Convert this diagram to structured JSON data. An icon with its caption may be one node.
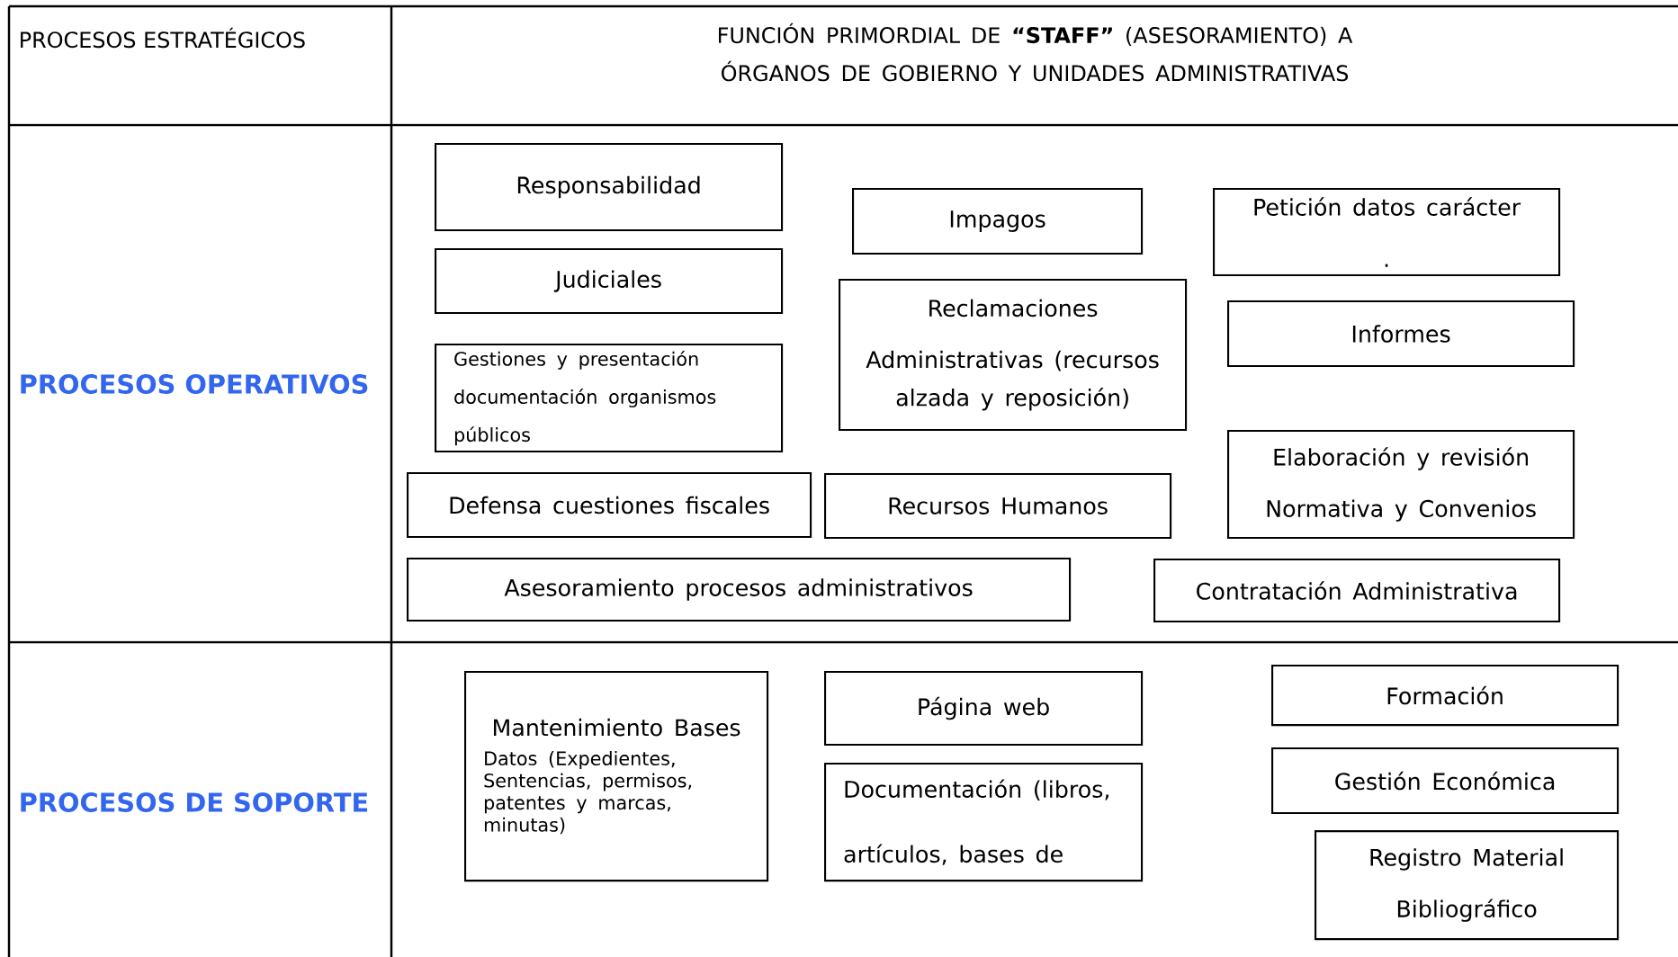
{
  "diagram": {
    "nodes": [
      {
        "text": [
          "Responsabilidad"
        ]
      },
      {
        "text": [
          "Impagos"
        ]
      },
      {
        "text": [
          "Petición datos carácter",
          "."
        ]
      },
      {
        "text": [
          "Judiciales"
        ]
      },
      {
        "text": [
          "Reclamaciones",
          "Administrativas (recursos alzada y reposición)"
        ]
      },
      {
        "text": [
          "Informes"
        ]
      },
      {
        "text": [
          "Gestiones y presentación documentación organismos públicos"
        ]
      },
      {
        "text": [
          "Elaboración y revisión",
          "Normativa y Convenios"
        ]
      },
      {
        "text": [
          "Defensa cuestiones fiscales"
        ]
      },
      {
        "text": [
          "Recursos Humanos"
        ]
      },
      {
        "text": [
          "Asesoramiento procesos administrativos"
        ]
      },
      {
        "text": [
          "Contratación Administrativa"
        ]
      },
      {
        "text": [
          "Formación"
        ]
      },
      {
        "text": [
          "Mantenimiento Bases",
          "Datos (Expedientes, Sentencias, permisos, patentes y marcas, minutas)"
        ]
      },
      {
        "text": [
          "Página web"
        ]
      },
      {
        "text": [
          "Gestión Económica"
        ]
      },
      {
        "text": [
          "Documentación (libros,",
          "artículos, bases de"
        ]
      },
      {
        "text": [
          "Registro Material",
          "Bibliográfico"
        ]
      }
    ],
    "edges": [],
    "labels": [
      "PROCESOS ESTRATÉGICOS",
      "FUNCIÓN PRIMORDIAL DE **“STAFF”** (ASESORAMIENTO) A ÓRGANOS DE GOBIERNO Y UNIDADES ADMINISTRATIVAS",
      "PROCESOS OPERATIVOS",
      "PROCESOS DE SOPORTE"
    ]
  }
}
